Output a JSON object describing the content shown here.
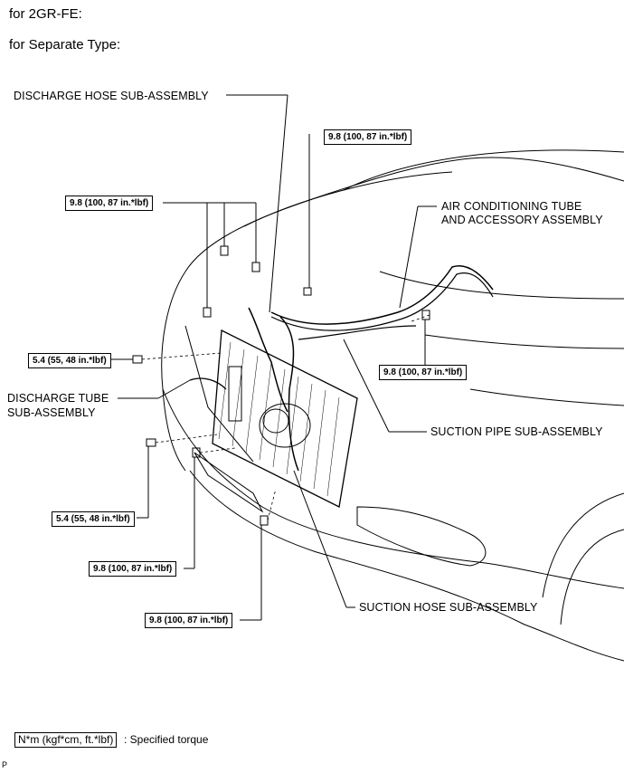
{
  "header": {
    "line1": "for 2GR-FE:",
    "line2": "for Separate Type:"
  },
  "labels": {
    "discharge_hose": "DISCHARGE HOSE SUB-ASSEMBLY",
    "ac_tube_line1": "AIR CONDITIONING TUBE",
    "ac_tube_line2": "AND ACCESSORY ASSEMBLY",
    "discharge_tube_line1": "DISCHARGE TUBE",
    "discharge_tube_line2": "SUB-ASSEMBLY",
    "suction_pipe": "SUCTION PIPE SUB-ASSEMBLY",
    "suction_hose": "SUCTION HOSE SUB-ASSEMBLY"
  },
  "torques": {
    "t_top_center": "9.8 (100, 87 in.*lbf)",
    "t_top_left": "9.8 (100, 87 in.*lbf)",
    "t_right": "9.8 (100, 87 in.*lbf)",
    "t_left_mid": "5.4 (55, 48 in.*lbf)",
    "t_left_low": "5.4 (55, 48 in.*lbf)",
    "t_bottom1": "9.8 (100, 87 in.*lbf)",
    "t_bottom2": "9.8 (100, 87 in.*lbf)"
  },
  "legend": {
    "box_text": "N*m (kgf*cm, ft.*lbf)",
    "description": ": Specified torque"
  },
  "corner_code": "P"
}
